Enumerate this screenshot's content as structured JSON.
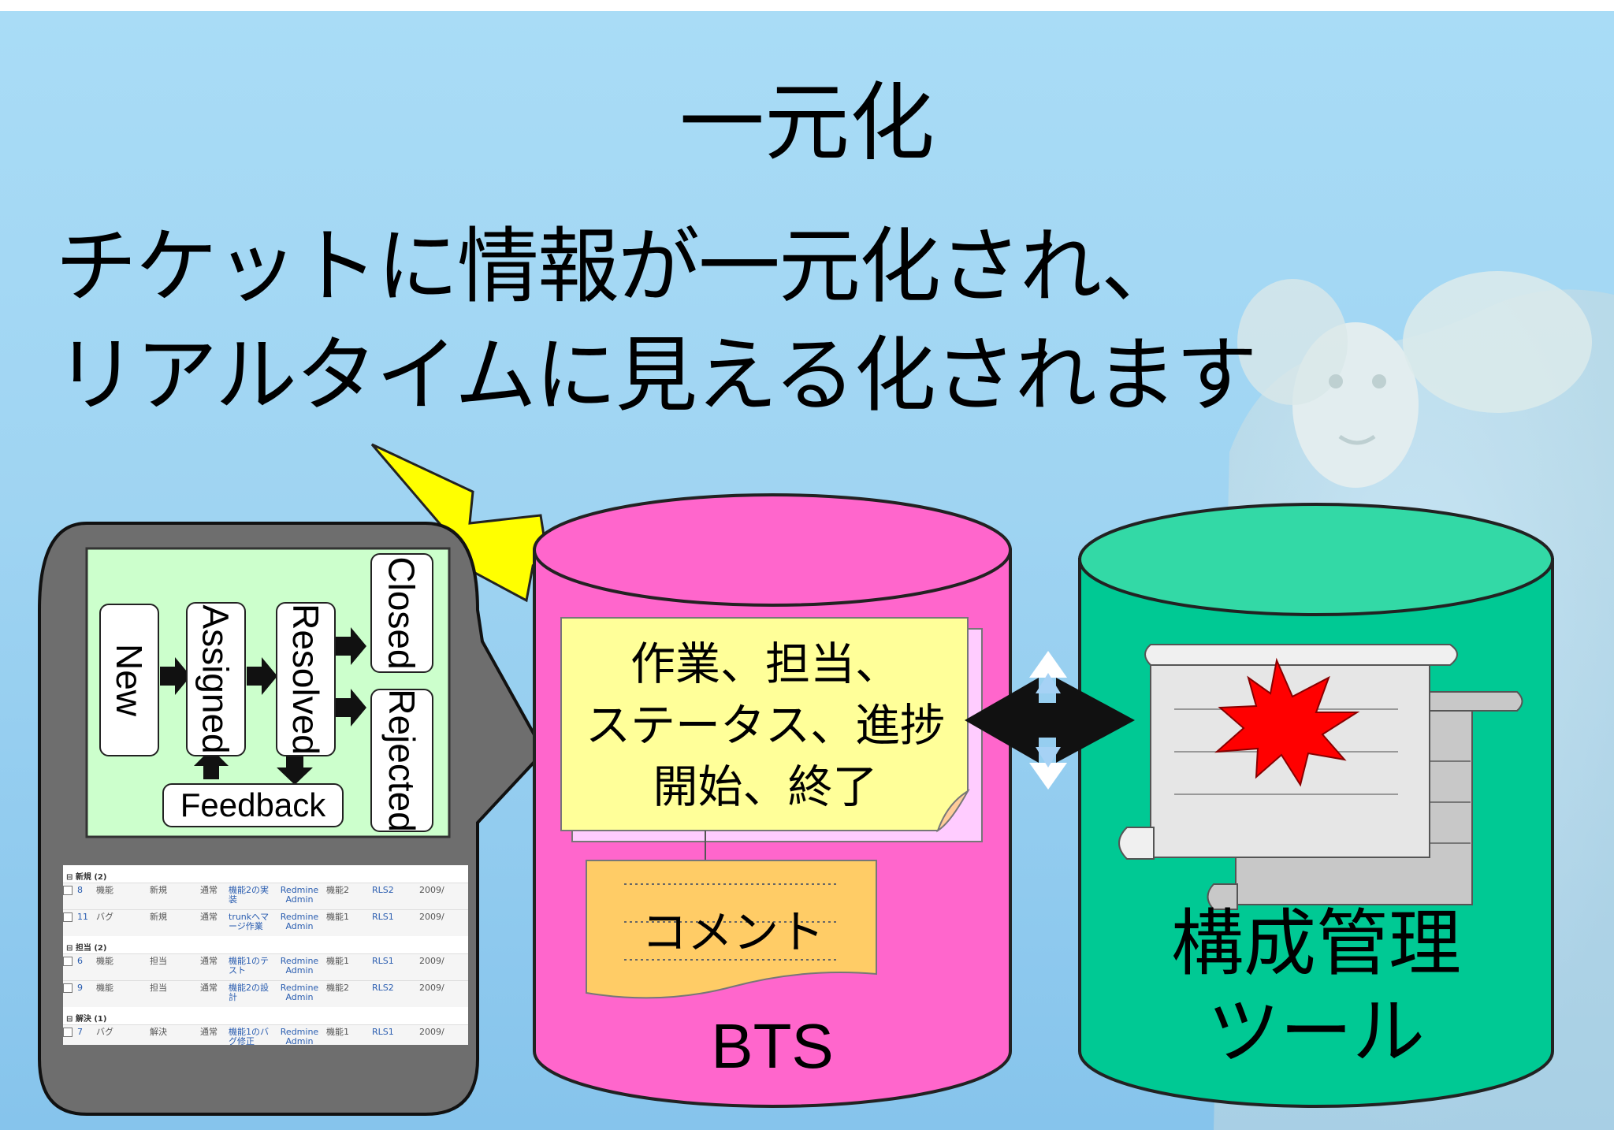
{
  "slide": {
    "title": "一元化",
    "message_line1": "チケットに情報が一元化され、",
    "message_line2": "リアルタイムに見える化されます"
  },
  "workflow": {
    "states": {
      "new": "New",
      "assigned": "Assigned",
      "resolved": "Resolved",
      "closed": "Closed",
      "rejected": "Rejected",
      "feedback": "Feedback"
    }
  },
  "ticket_list": {
    "groups": [
      {
        "label": "新規",
        "count": "(2)",
        "rows": [
          {
            "id": "8",
            "tracker": "機能",
            "status": "新規",
            "priority": "通常",
            "subject": "機能2の実装",
            "assignee": "Redmine Admin",
            "category": "機能2",
            "version": "RLS2",
            "date": "2009/"
          },
          {
            "id": "11",
            "tracker": "バグ",
            "status": "新規",
            "priority": "通常",
            "subject": "trunkへマージ作業",
            "assignee": "Redmine Admin",
            "category": "機能1",
            "version": "RLS1",
            "date": "2009/"
          }
        ]
      },
      {
        "label": "担当",
        "count": "(2)",
        "rows": [
          {
            "id": "6",
            "tracker": "機能",
            "status": "担当",
            "priority": "通常",
            "subject": "機能1のテスト",
            "assignee": "Redmine Admin",
            "category": "機能1",
            "version": "RLS1",
            "date": "2009/"
          },
          {
            "id": "9",
            "tracker": "機能",
            "status": "担当",
            "priority": "通常",
            "subject": "機能2の設計",
            "assignee": "Redmine Admin",
            "category": "機能2",
            "version": "RLS2",
            "date": "2009/"
          }
        ]
      },
      {
        "label": "解決",
        "count": "(1)",
        "rows": [
          {
            "id": "7",
            "tracker": "バグ",
            "status": "解決",
            "priority": "通常",
            "subject": "機能1のバグ修正",
            "assignee": "Redmine Admin",
            "category": "機能1",
            "version": "RLS1",
            "date": "2009/"
          }
        ]
      }
    ]
  },
  "bts": {
    "label": "BTS",
    "note_line1": "作業、担当、",
    "note_line2": "ステータス、進捗",
    "note_line3": "開始、終了",
    "comment": "コメント"
  },
  "tool": {
    "label_line1": "構成管理",
    "label_line2": "ツール"
  },
  "colors": {
    "background": "#9fd4f2",
    "bts_cylinder": "#ff66cc",
    "tool_cylinder": "#00c994",
    "bubble": "#6e6e6e",
    "workflow_panel": "#ccffcc",
    "note": "#ffff99",
    "comment": "#ffcc66",
    "lightning": "#ffff00",
    "burst": "#ff0000"
  }
}
